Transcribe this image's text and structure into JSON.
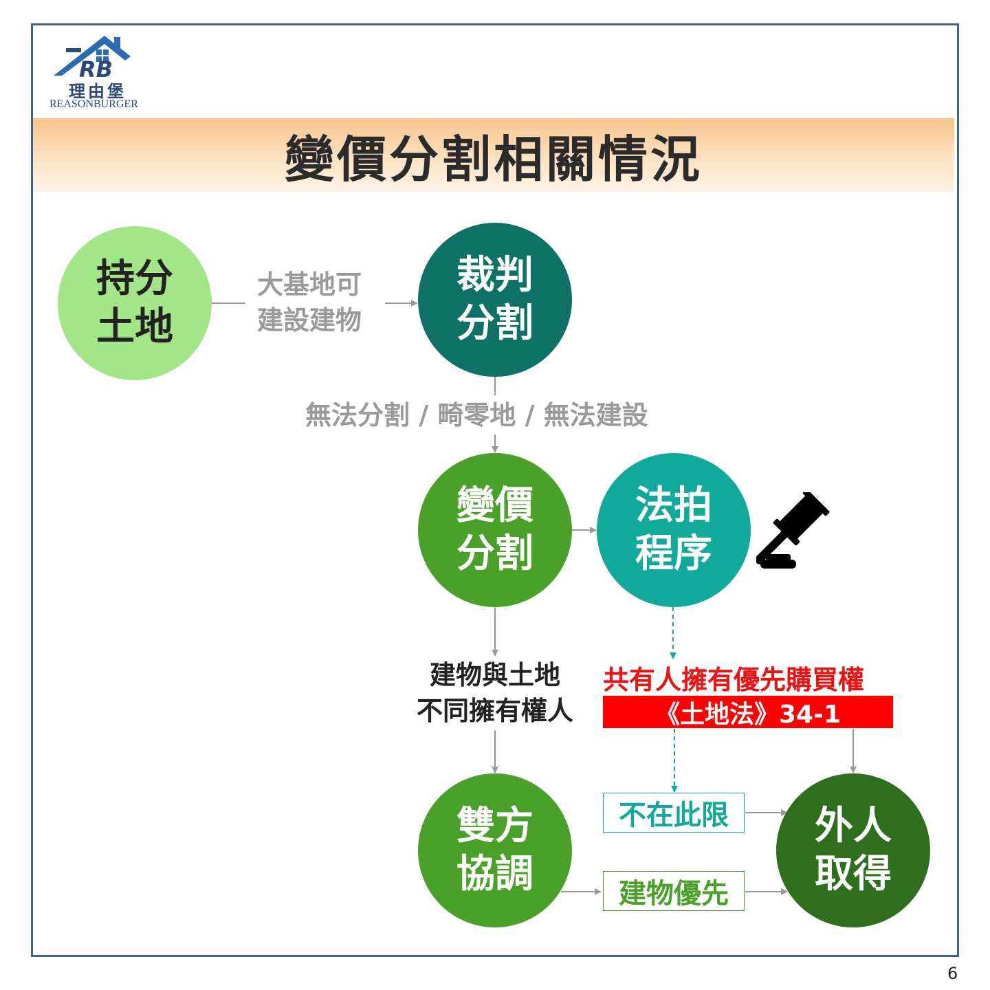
{
  "logo": {
    "mark": "RB",
    "name_cn": "理由堡",
    "name_en": "REASONBURGER"
  },
  "title": "變價分割相關情況",
  "nodes": {
    "land": "持分土地",
    "court_partition": "裁判分割",
    "price_partition": "變價分割",
    "auction": "法拍程序",
    "coordinate": "雙方協調",
    "outsider": "外人取得"
  },
  "labels": {
    "large_base_line1": "大基地可",
    "large_base_line2": "建設建物",
    "cannot_partition": "無法分割 / 畸零地 / 無法建設",
    "diff_owner_line1": "建物與土地",
    "diff_owner_line2": "不同擁有權人",
    "co_owner_priority": "共有人擁有優先購買權",
    "law_ref": "《土地法》34-1",
    "not_limited": "不在此限",
    "building_priority": "建物優先"
  },
  "icons": {
    "auction_icon": "gavel-icon"
  },
  "colors": {
    "light_green": "#a3e688",
    "dark_teal": "#0e7166",
    "green": "#4aa12a",
    "teal": "#10a99a",
    "forest": "#2e6e1c",
    "red": "#ff0000",
    "frame": "#3d6390"
  },
  "page_number": "6"
}
